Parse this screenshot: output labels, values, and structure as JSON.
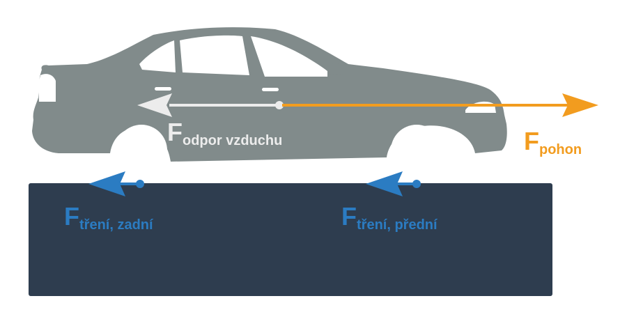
{
  "colors": {
    "car_body": "#818b8b",
    "wheel": "#ffffff",
    "ground": "#2e3d4f",
    "drag_force": "#ececec",
    "propulsion_force": "#f29c1f",
    "friction_force": "#2b7cc2",
    "background": "#ffffff"
  },
  "forces": {
    "drag": {
      "symbol": "F",
      "subscript": "odpor vzduchu"
    },
    "propulsion": {
      "symbol": "F",
      "subscript": "pohon"
    },
    "friction_rear": {
      "symbol": "F",
      "subscript": "tření, zadní"
    },
    "friction_front": {
      "symbol": "F",
      "subscript": "tření, přední"
    }
  }
}
